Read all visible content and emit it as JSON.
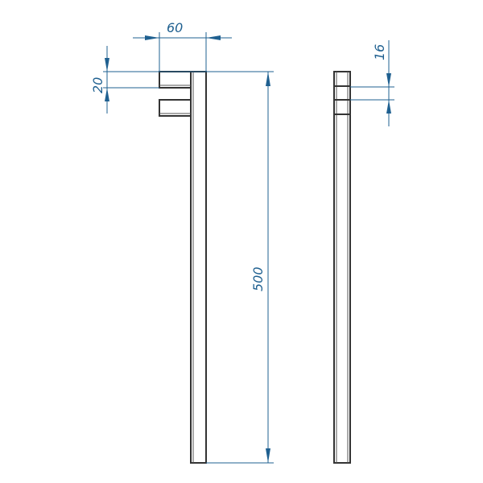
{
  "drawing": {
    "dimensions": {
      "prong_length": "60",
      "prong_width": "20",
      "bar_length": "500",
      "bar_thickness": "16"
    },
    "colors": {
      "dimension": "#1f6090",
      "outline": "#333333"
    }
  }
}
